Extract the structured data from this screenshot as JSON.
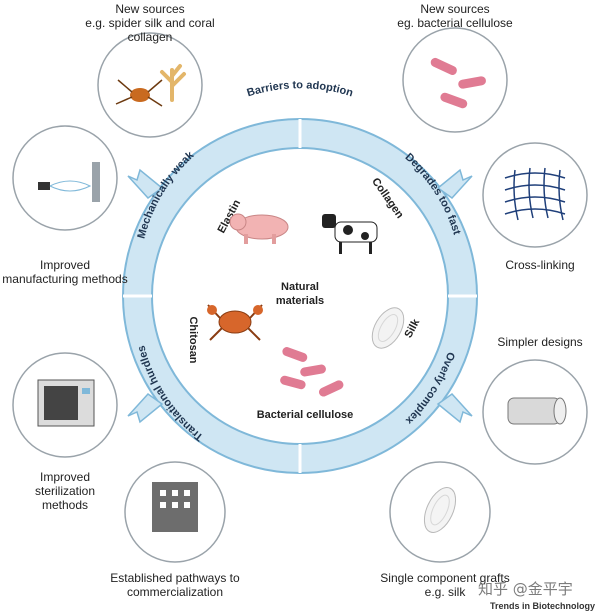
{
  "center": {
    "line1": "Natural",
    "line2": "materials"
  },
  "ring": {
    "top": "Barriers to adoption",
    "right_upper": "Degrades too fast",
    "right_lower": "Overly complex",
    "left_upper": "Mechanically weak",
    "left_lower": "Translational hurdles"
  },
  "inner_labels": {
    "elastin": "Elastin",
    "collagen": "Collagen",
    "chitosan": "Chitosan",
    "silk": "Silk",
    "bacterial_cellulose": "Bacterial cellulose"
  },
  "outer": {
    "top_left": {
      "line1": "New sources",
      "line2": "e.g. spider silk and coral collagen"
    },
    "top_right": {
      "line1": "New sources",
      "line2": "eg. bacterial cellulose"
    },
    "left_mid": {
      "line1": "Improved",
      "line2": "manufacturing methods"
    },
    "right_mid": {
      "line1": "Cross-linking"
    },
    "right_low": {
      "line1": "Simpler designs"
    },
    "left_low": {
      "line1": "Improved",
      "line2": "sterilization",
      "line3": "methods"
    },
    "bottom_left": {
      "line1": "Established pathways to",
      "line2": "commercialization"
    },
    "bottom_right": {
      "line1": "Single component grafts",
      "line2": "e.g. silk"
    }
  },
  "footer": {
    "brand": "Trends in Biotechnology",
    "watermark": "知乎 @金平宇"
  },
  "colors": {
    "ring_fill": "#cfe6f3",
    "ring_stroke": "#7fb8d9",
    "circle_stroke": "#9aa3aa",
    "bacteria": "#e07b93",
    "ring_text": "#1f3550"
  }
}
